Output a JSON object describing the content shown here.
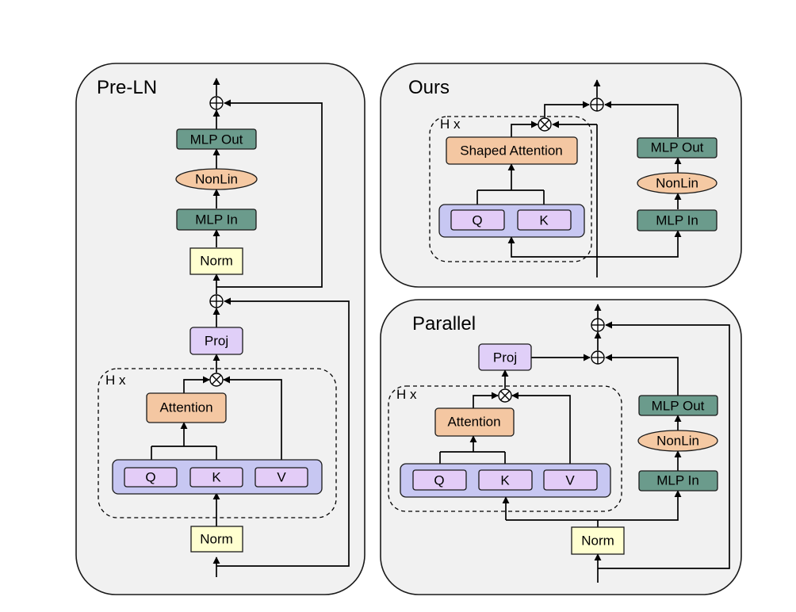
{
  "colors": {
    "panel_bg": "#f1f1f1",
    "mlp": "#6b9b8c",
    "nonlin": "#f5c9a3",
    "attention": "#f4c7a2",
    "norm": "#ffffd0",
    "proj": "#e0cff8",
    "qkv_container": "#c7c7f2",
    "qkv_box": "#e3ccf7"
  },
  "preln": {
    "title": "Pre-LN",
    "mlp_out": "MLP Out",
    "nonlin": "NonLin",
    "mlp_in": "MLP In",
    "norm_top": "Norm",
    "proj": "Proj",
    "heads": "H x",
    "attention": "Attention",
    "q": "Q",
    "k": "K",
    "v": "V",
    "norm_bottom": "Norm"
  },
  "ours": {
    "title": "Ours",
    "heads": "H x",
    "shaped_attention": "Shaped Attention",
    "q": "Q",
    "k": "K",
    "mlp_out": "MLP Out",
    "nonlin": "NonLin",
    "mlp_in": "MLP In"
  },
  "parallel": {
    "title": "Parallel",
    "proj": "Proj",
    "heads": "H x",
    "attention": "Attention",
    "q": "Q",
    "k": "K",
    "v": "V",
    "mlp_out": "MLP Out",
    "nonlin": "NonLin",
    "mlp_in": "MLP In",
    "norm": "Norm"
  },
  "icons": {
    "add": "circle-plus-icon",
    "multiply": "circle-times-icon"
  }
}
